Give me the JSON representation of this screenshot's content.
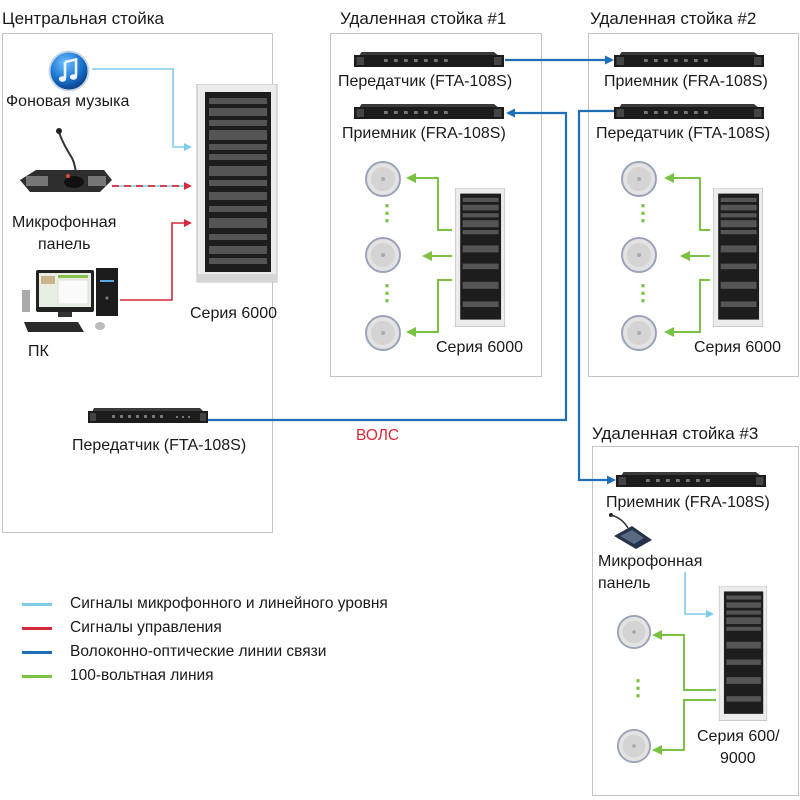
{
  "colors": {
    "audio_line": "#7dcdea",
    "control_line": "#d62a3b",
    "fiber_line": "#1f6fb8",
    "speaker_line": "#7cc242",
    "box_border": "#c4c4c4",
    "volc_label": "#d92a36"
  },
  "central": {
    "title": "Центральная стойка",
    "music": {
      "icon": "music-note-icon",
      "label": "Фоновая музыка"
    },
    "mic_panel": {
      "icon": "microphone-panel-icon",
      "label_line1": "Микрофонная",
      "label_line2": "панель"
    },
    "pc": {
      "icon": "pc-icon",
      "label": "ПК"
    },
    "rack": {
      "icon": "rack-icon",
      "label": "Серия 6000"
    },
    "transmitter": {
      "icon": "rack-unit-icon",
      "label": "Передатчик (FTA-108S)"
    }
  },
  "remote1": {
    "title": "Удаленная стойка #1",
    "transmitter": {
      "label": "Передатчик (FTA-108S)"
    },
    "receiver": {
      "label": "Приемник (FRA-108S)"
    },
    "rack": {
      "label": "Серия 6000"
    },
    "dots": "⋮"
  },
  "remote2": {
    "title": "Удаленная стойка #2",
    "receiver": {
      "label": "Приемник (FRA-108S)"
    },
    "transmitter": {
      "label": "Передатчик (FTA-108S)"
    },
    "rack": {
      "label": "Серия 6000"
    },
    "dots": "⋮"
  },
  "remote3": {
    "title": "Удаленная стойка #3",
    "receiver": {
      "label": "Приемник (FRA-108S)"
    },
    "mic_panel": {
      "label_line1": "Микрофонная",
      "label_line2": "панель"
    },
    "rack": {
      "label_line1": "Серия 600/",
      "label_line2": "9000"
    },
    "dots": "⋮"
  },
  "fiber_label": "ВОЛС",
  "legend": [
    {
      "key": "audio_line",
      "text": "Сигналы микрофонного и линейного уровня"
    },
    {
      "key": "control_line",
      "text": "Сигналы управления"
    },
    {
      "key": "fiber_line",
      "text": "Волоконно-оптические линии связи"
    },
    {
      "key": "speaker_line",
      "text": "100-вольтная линия"
    }
  ]
}
